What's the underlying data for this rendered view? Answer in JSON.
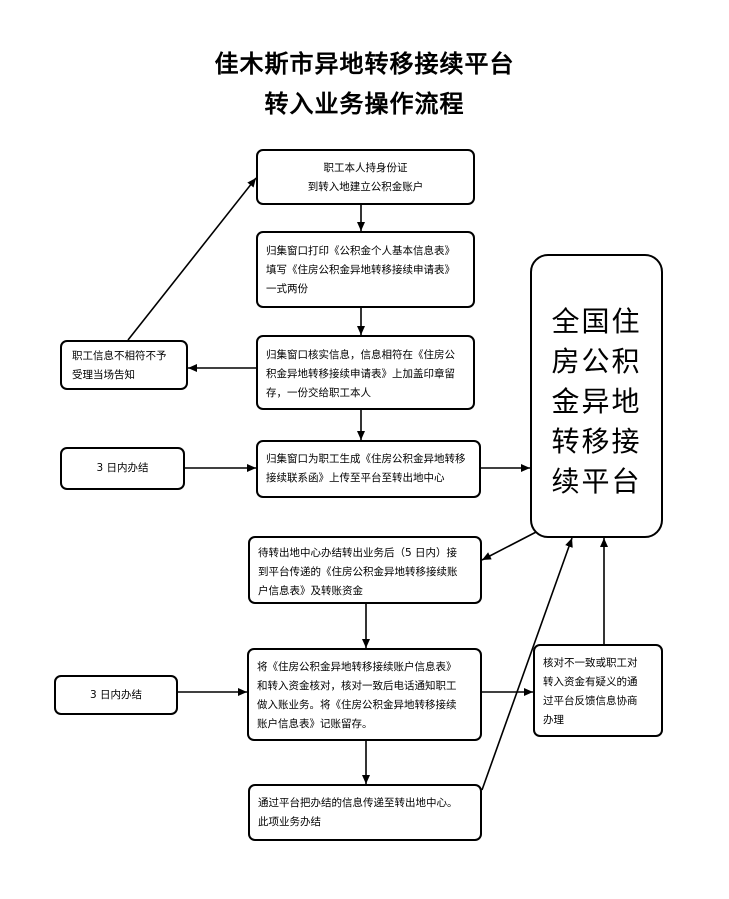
{
  "title": {
    "line1": "佳木斯市异地转移接续平台",
    "line2": "转入业务操作流程"
  },
  "boxes": {
    "step1": "职工本人持身份证\n到转入地建立公积金账户",
    "step2": "归集窗口打印《公积金个人基本信息表》\n填写《住房公积金异地转移接续申请表》\n一式两份",
    "step3": "归集窗口核实信息，信息相符在《住房公\n积金异地转移接续申请表》上加盖印章留\n存，一份交给职工本人",
    "reject": "职工信息不相符不予\n受理当场告知",
    "days1": "3 日内办结",
    "step4": "归集窗口为职工生成《住房公积金异地转移\n接续联系函》上传至平台至转出地中心",
    "platform": "全国住\n房公积\n金异地\n转移接\n续平台",
    "step5": "待转出地中心办结转出业务后（5 日内）接\n到平台传递的《住房公积金异地转移接续账\n户信息表》及转账资金",
    "days2": "3 日内办结",
    "step6": "将《住房公积金异地转移接续账户信息表》\n和转入资金核对，核对一致后电话通知职工\n做入账业务。将《住房公积金异地转移接续\n账户信息表》记账留存。",
    "mismatch": "核对不一致或职工对\n转入资金有疑义的通\n过平台反馈信息协商\n办理",
    "step7": "通过平台把办结的信息传递至转出地中心。\n此项业务办结"
  }
}
